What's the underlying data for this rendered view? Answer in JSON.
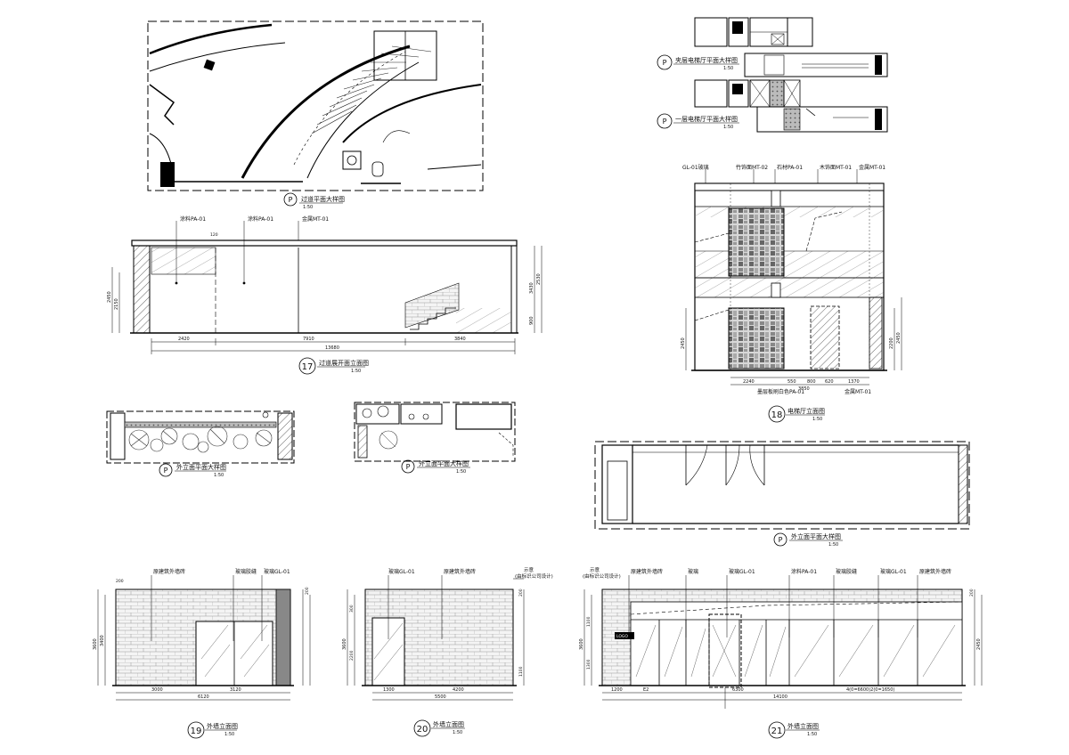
{
  "sheet": {
    "labels": {
      "p1": {
        "marker": "P",
        "title": "过道平面大样图",
        "scale": "1:50"
      },
      "p2": {
        "marker": "P",
        "title": "夹层电梯厅平面大样图",
        "scale": "1:50"
      },
      "p3": {
        "marker": "P",
        "title": "一层电梯厅平面大样图",
        "scale": "1:50"
      },
      "e17": {
        "marker": "17",
        "title": "过道展开面立面图",
        "scale": "1:50"
      },
      "e18": {
        "marker": "18",
        "title": "电梯厅立面图",
        "scale": "1:50"
      },
      "p4": {
        "marker": "P",
        "title": "外立面平面大样图",
        "scale": "1:50"
      },
      "p5": {
        "marker": "P",
        "title": "外立面平面大样图",
        "scale": "1:50"
      },
      "p6": {
        "marker": "P",
        "title": "外立面平面大样图",
        "scale": "1:50"
      },
      "e19": {
        "marker": "19",
        "title": "外墙立面图",
        "scale": "1:50"
      },
      "e20": {
        "marker": "20",
        "title": "外墙立面图",
        "scale": "1:50"
      },
      "e21": {
        "marker": "21",
        "title": "外墙立面图",
        "scale": "1:50"
      }
    },
    "notes17": [
      "涂料PA-01",
      "涂料PA-01",
      "金属MT-01"
    ],
    "dims17": [
      "2420",
      "7910",
      "3840",
      "13680",
      "2450",
      "2150",
      "3430",
      "2530",
      "900",
      "120"
    ],
    "notes18": [
      "GL-01玻璃",
      "竹饰面MT-02",
      "石材PA-01",
      "木饰面MT-01",
      "金属MT-01"
    ],
    "notes18b": [
      "墨层板刷白色PA-01",
      "金属MT-01"
    ],
    "dims18": [
      "2240",
      "550",
      "800",
      "620",
      "1370",
      "3850",
      "2450",
      "2200",
      "2450"
    ],
    "notes19": [
      "原建筑外墙砖",
      "玻璃胶缝",
      "玻璃GL-01"
    ],
    "dims19": [
      "3000",
      "3120",
      "6120",
      "200",
      "3600",
      "3400",
      "200"
    ],
    "notes20": [
      "玻璃GL-01",
      "原建筑外墙砖",
      "示意",
      "(由标识公司设计)"
    ],
    "dims20": [
      "1300",
      "4200",
      "5500",
      "3600",
      "300",
      "2200",
      "1100",
      "200"
    ],
    "notes21": [
      "示意",
      "(由标识公司设计)",
      "原建筑外墙砖",
      "玻璃",
      "玻璃GL-01",
      "涂料PA-01",
      "玻璃胶缝",
      "玻璃GL-01",
      "原建筑外墙砖"
    ],
    "dims21": [
      "1200",
      "E2",
      "6300",
      "4(0=6600)2(0=1650)",
      "14100",
      "3600",
      "1100",
      "1300",
      "2450",
      "200"
    ],
    "sign21": "LOGO"
  }
}
